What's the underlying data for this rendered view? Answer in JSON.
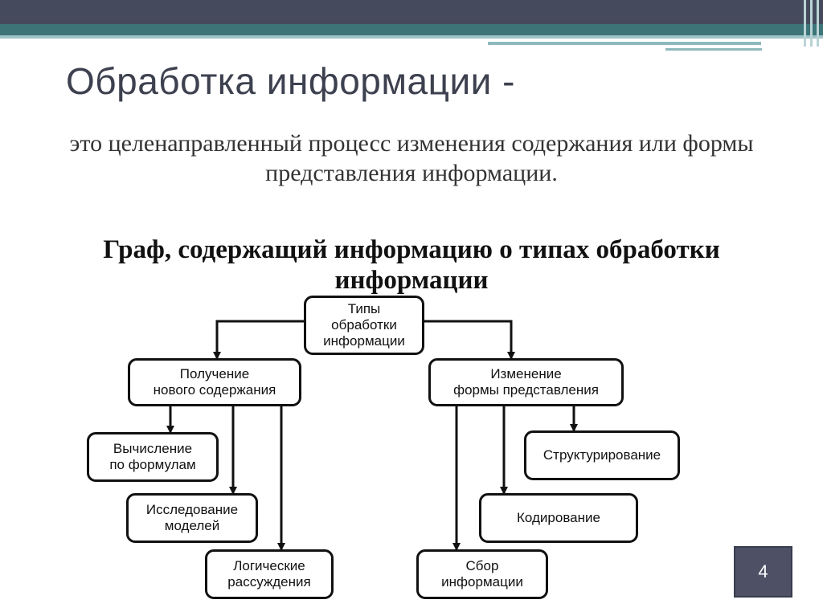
{
  "slide": {
    "title": "Обработка информации -",
    "definition": "это целенаправленный процесс изменения содержания или формы представления информации.",
    "graph_heading": "Граф, содержащий информацию о типах обработки информации",
    "page_number": "4"
  },
  "diagram": {
    "root": "Типы\nобработки\nинформации",
    "left_branch": "Получение\nнового содержания",
    "right_branch": "Изменение\nформы представления",
    "left_children": [
      "Вычисление\nпо формулам",
      "Исследование\nмоделей",
      "Логические\nрассуждения"
    ],
    "right_children": [
      "Структурирование",
      "Кодирование",
      "Сбор\nинформации"
    ]
  },
  "colors": {
    "header_dark": "#454a5c",
    "header_teal": "#3c7478",
    "page_badge": "#4e5166"
  }
}
